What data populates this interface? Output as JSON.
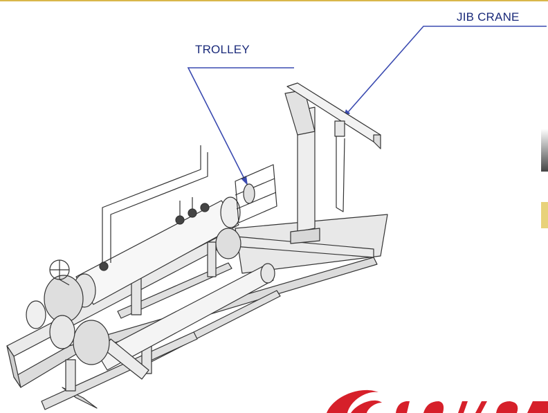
{
  "labels": {
    "trolley": "TROLLEY",
    "jib_crane": "JIB CRANE"
  },
  "colors": {
    "label_text": "#1a2a7a",
    "leader_line": "#3a4ab0",
    "line_art": "#333333",
    "accent_line": "#d9b74a",
    "logo_red": "#d6202a"
  },
  "icons": {
    "logo": "company-logo-swoosh"
  }
}
